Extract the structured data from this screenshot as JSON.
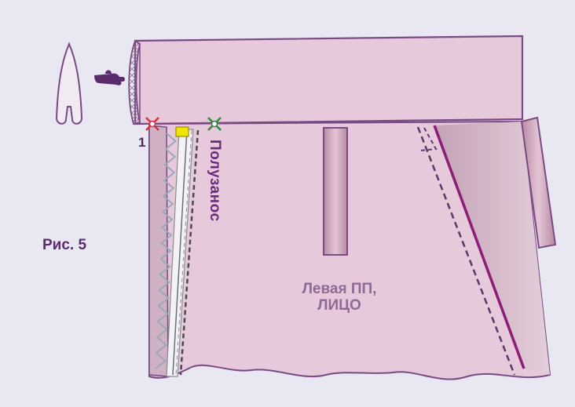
{
  "figure_label": "Рис. 5",
  "marker_number": "1",
  "side_label": "Полузанос",
  "part_label_line1": "Левая ПП,",
  "part_label_line2": "ЛИЦО",
  "colors": {
    "background": "#e9e7f2",
    "fabric": "#e6c9da",
    "outline": "#7a4a84",
    "dashed_line": "#5a3a6a",
    "accent_line": "#8a1e78",
    "zipper_teeth": "#9aa9b9",
    "marker_red": "#d8303a",
    "marker_green": "#2e8a3c",
    "square": "#f2e600",
    "text_purple": "#5a2c6e"
  },
  "icons": [
    "pointing-hand-icon",
    "cross-marker-icon",
    "belt-loop-icon"
  ]
}
